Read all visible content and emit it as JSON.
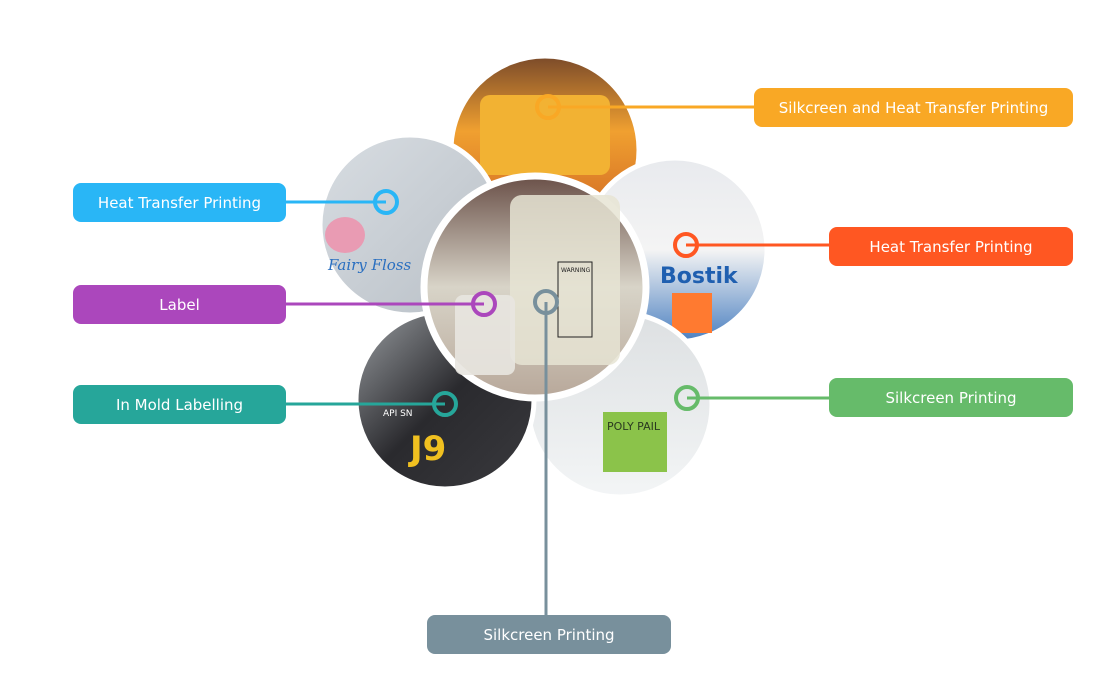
{
  "labels": {
    "top_right": {
      "text": "Silkcreen and Heat Transfer Printing",
      "color": "#f9a825"
    },
    "mid_right": {
      "text": "Heat Transfer Printing",
      "color": "#ff5722"
    },
    "low_right": {
      "text": "Silkcreen Printing",
      "color": "#66bb6a"
    },
    "top_left": {
      "text": "Heat Transfer Printing",
      "color": "#29b6f6"
    },
    "mid_left": {
      "text": "Label",
      "color": "#ab47bc"
    },
    "low_left": {
      "text": "In Mold Labelling",
      "color": "#26a69a"
    },
    "bottom": {
      "text": "Silkcreen Printing",
      "color": "#78909c"
    }
  },
  "photos": {
    "fairy_floss_text": "Fairy Floss",
    "bostik_text": "Bostik",
    "poly_pail_text": "POLY PAIL",
    "j9_text": "J9",
    "api_text": "API SN",
    "warning_text": "WARNING"
  }
}
